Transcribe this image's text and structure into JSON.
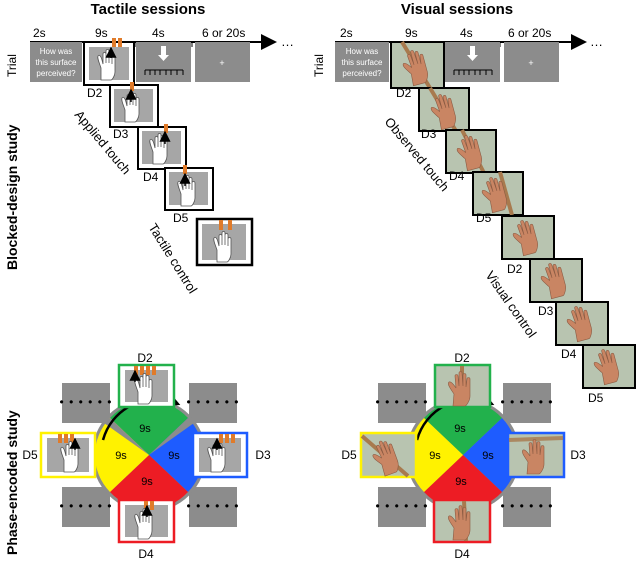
{
  "tactile": {
    "title": "Tactile sessions",
    "timeline": [
      "2s",
      "9s",
      "4s",
      "6 or 20s"
    ],
    "ellipsis": "…",
    "trial_label": "Trial",
    "question": [
      "How was",
      "this surface",
      "perceived?"
    ],
    "digits": [
      "D2",
      "D3",
      "D4",
      "D5"
    ],
    "applied_label": "Applied touch",
    "control_label": "Tactile control",
    "phase_digits": {
      "top": "D2",
      "right": "D3",
      "bottom": "D4",
      "left": "D5"
    },
    "sector_label": "9s"
  },
  "visual": {
    "title": "Visual sessions",
    "timeline": [
      "2s",
      "9s",
      "4s",
      "6 or 20s"
    ],
    "ellipsis": "…",
    "trial_label": "Trial",
    "question": [
      "How was",
      "this surface",
      "perceived?"
    ],
    "digits": [
      "D2",
      "D3",
      "D4",
      "D5"
    ],
    "observed_label": "Observed touch",
    "control_label": "Visual control",
    "control_digits": [
      "D2",
      "D3",
      "D4",
      "D5"
    ],
    "phase_digits": {
      "top": "D2",
      "right": "D3",
      "bottom": "D4",
      "left": "D5"
    },
    "sector_label": "9s"
  },
  "row_labels": {
    "blocked": "Blocked-design study",
    "phase": "Phase-encoded study"
  },
  "colors": {
    "green": "#22b14c",
    "blue": "#1e5cff",
    "red": "#ed1c24",
    "yellow": "#fff200",
    "gray_panel": "#8c8c8c",
    "orange_stripe": "#e07b2a",
    "skin": "#c98563",
    "photo_bg": "#b8c4b0"
  }
}
